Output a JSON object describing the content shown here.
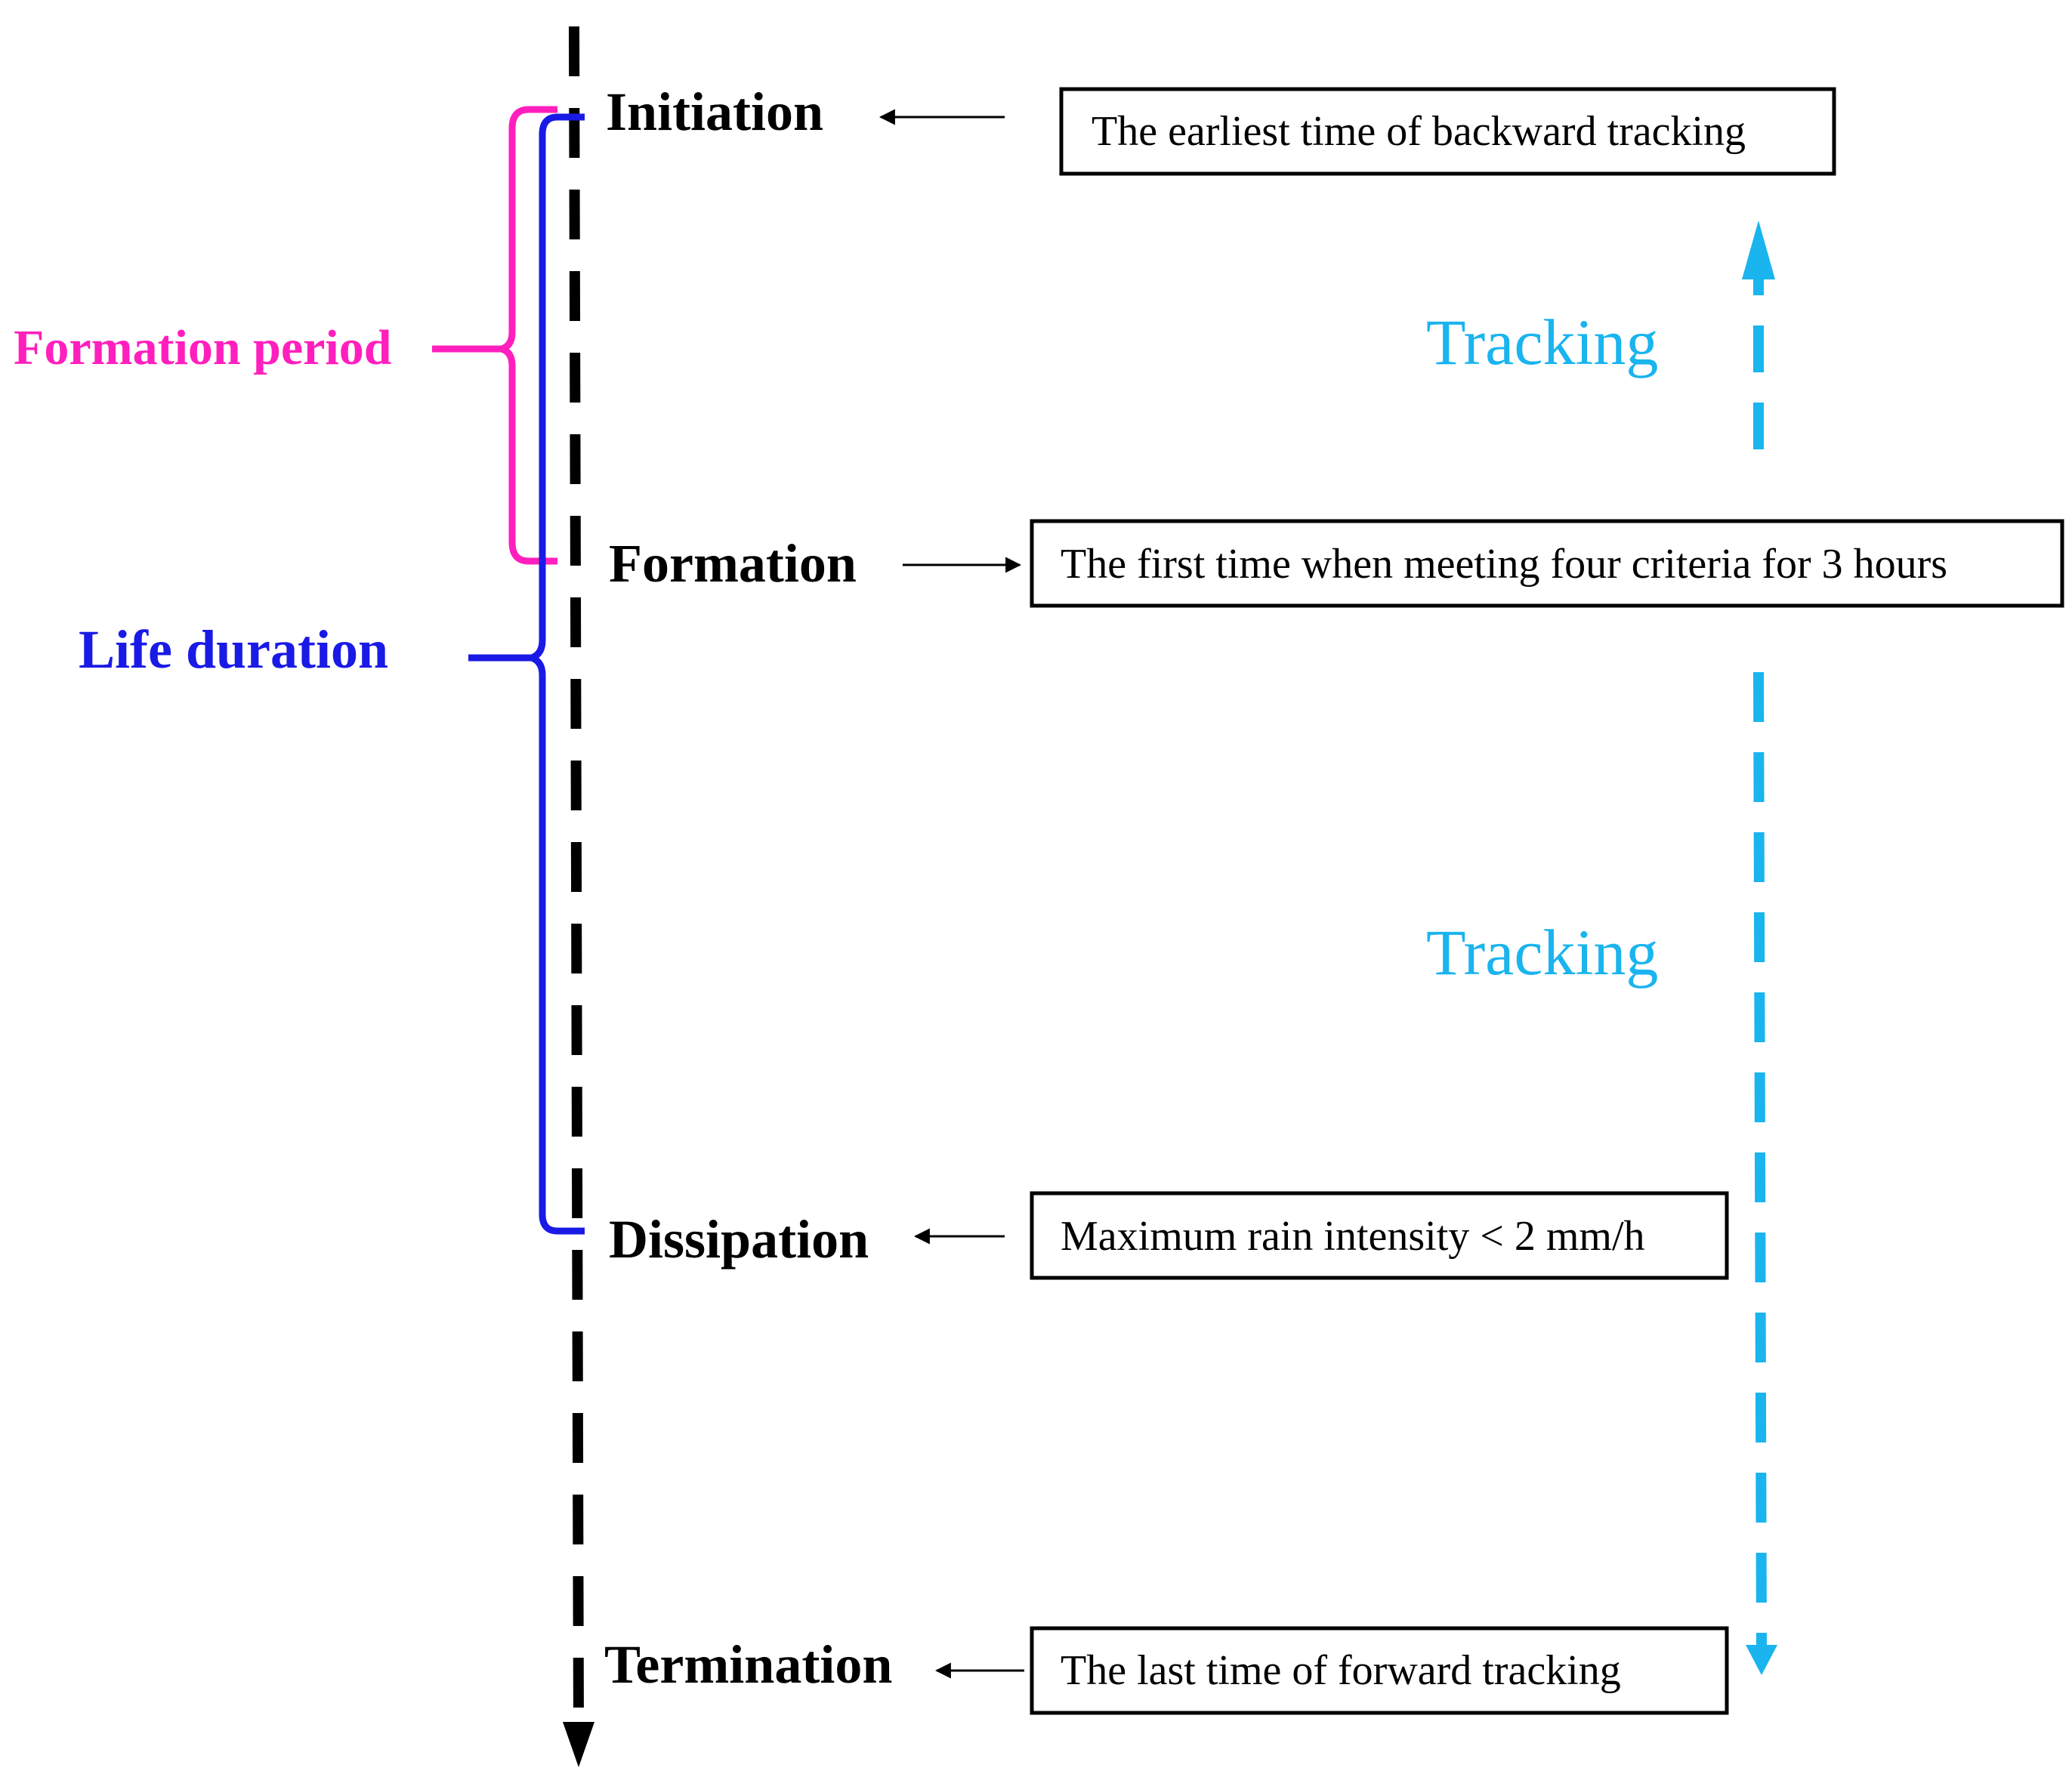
{
  "stages": [
    {
      "id": "initiation",
      "label": "Initiation",
      "description": "The earliest time of backward tracking"
    },
    {
      "id": "formation",
      "label": "Formation",
      "description": "The first time when meeting four criteria for 3 hours"
    },
    {
      "id": "dissipation",
      "label": "Dissipation",
      "description": "Maximum rain intensity < 2 mm/h"
    },
    {
      "id": "termination",
      "label": "Termination",
      "description": "The last time of forward tracking"
    }
  ],
  "periods": {
    "formation_period": {
      "label": "Formation period",
      "color": "#ff1fbe"
    },
    "life_duration": {
      "label": "Life duration",
      "color": "#1a1ae6"
    }
  },
  "tracking": {
    "backward_label": "Tracking",
    "forward_label": "Tracking",
    "color": "#1ab4ee"
  },
  "timeline_color": "#000000"
}
